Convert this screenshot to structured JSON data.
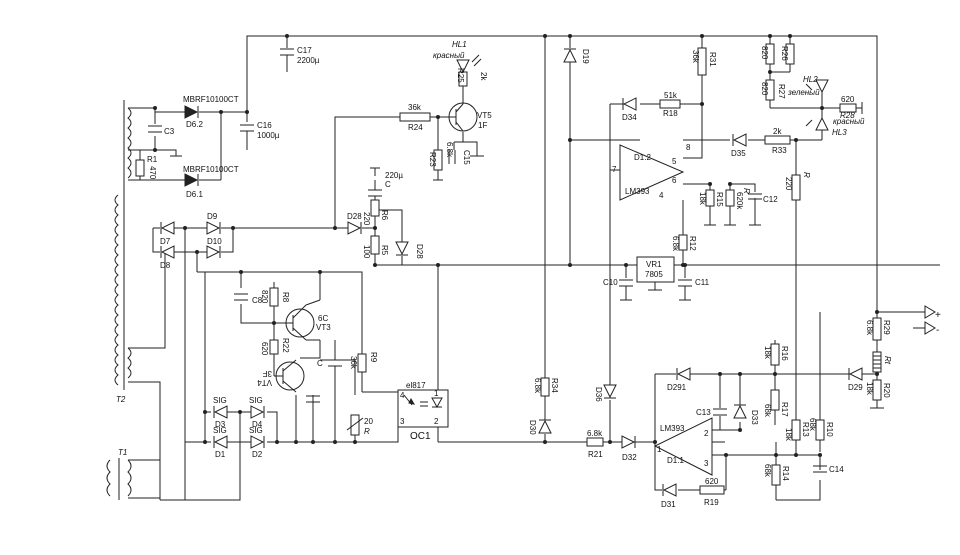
{
  "schematic": {
    "transformers": {
      "t1": "T1",
      "t2": "T2"
    },
    "diodes": {
      "d62": "D6.2",
      "d61": "D6.1",
      "d62_part": "MBRF10100CT",
      "d61_part": "MBRF10100CT",
      "d7": "D7",
      "d8": "D8",
      "d9": "D9",
      "d10": "D10",
      "d1": "D1",
      "d2": "D2",
      "d3": "D3",
      "d4": "D4",
      "d1_part": "SIG",
      "d2_part": "SIG",
      "d3_part": "SIG",
      "d4_part": "SIG",
      "d28a": "D28",
      "d28b": "D28",
      "d19": "D19",
      "d34": "D34",
      "d35": "D35",
      "d36": "D36",
      "d30": "D30",
      "d32": "D32",
      "d31": "D31",
      "d291": "D291",
      "d29": "D29",
      "d33": "D33"
    },
    "leds": {
      "hl1": "HL1",
      "hl1_color": "красный",
      "hl2": "HL2",
      "hl2_color": "зеленый",
      "hl3": "HL3",
      "hl3_color": "красный"
    },
    "capacitors": {
      "c3": "C3",
      "c16": "C16",
      "c16_val": "1000µ",
      "c17": "C17",
      "c17_val": "2200µ",
      "c15": "C15",
      "c_top": "220µ",
      "c_top_name": "C",
      "c8": "C8",
      "c_mid": "C",
      "c10": "C10",
      "c11": "C11",
      "c12": "C12",
      "c13": "C13",
      "c14": "C14"
    },
    "resistors": {
      "r1": "R1",
      "r1_val": "470",
      "r24": "R24",
      "r24_val": "36k",
      "r23": "R23",
      "r23_val": "6.8k",
      "r25": "R25",
      "r25_val": "2k",
      "r6": "R6",
      "r6_val": "220",
      "r5": "R5",
      "r5_val": "100",
      "r8": "R8",
      "r8_val": "820",
      "r22": "R22",
      "r22_val": "620",
      "r9": "R9",
      "r9_val": "36k",
      "r_var": "R",
      "r_var_val": "20",
      "r31": "R31",
      "r31_val": "36k",
      "r18": "R18",
      "r18_val": "51k",
      "r33": "R33",
      "r33_val": "2k",
      "r26": "R26",
      "r26_val": "820",
      "r27": "R27",
      "r27_val": "820",
      "r28": "R28",
      "r28_val": "620",
      "r15": "R15",
      "r15_val": "18k",
      "r_620k": "620k",
      "r_r": "R",
      "r12": "R12",
      "r12_val": "6.8k",
      "r220": "220",
      "r220_name": "R",
      "r34": "R34",
      "r34_val": "6.8k",
      "r21": "R21",
      "r21_val": "6.8k",
      "r19": "R19",
      "r19_val": "620",
      "r16": "R16",
      "r16_val": "18k",
      "r17": "R17",
      "r17_val": "68k",
      "r13": "R13",
      "r13_val": "18k",
      "r10": "R10",
      "r10_val": "68k",
      "r14": "R14",
      "r14_val": "68k",
      "r29": "R29",
      "r29_val": "6.8k",
      "rt": "Rt",
      "r20": "R20",
      "r20_val": "18k"
    },
    "transistors": {
      "vt5": "VT5",
      "vt5_type": "1F",
      "vt3": "VT3",
      "vt3_type": "6C",
      "vt4": "VT4",
      "vt4_type": "3F"
    },
    "ics": {
      "d12": "D1.2",
      "d11": "D1.1",
      "lm393_top": "LM393",
      "lm393_bot": "LM393",
      "vr1": "VR1",
      "vr1_part": "7805",
      "oc1": "OC1",
      "oc1_part": "el817",
      "pins_top": [
        "8",
        "5",
        "7",
        "6",
        "4"
      ],
      "pins_bot": [
        "2",
        "1",
        "3"
      ],
      "oc_pins": [
        "1",
        "2",
        "4",
        "3"
      ]
    },
    "terminals": {
      "plus": "+",
      "minus": "-"
    }
  }
}
